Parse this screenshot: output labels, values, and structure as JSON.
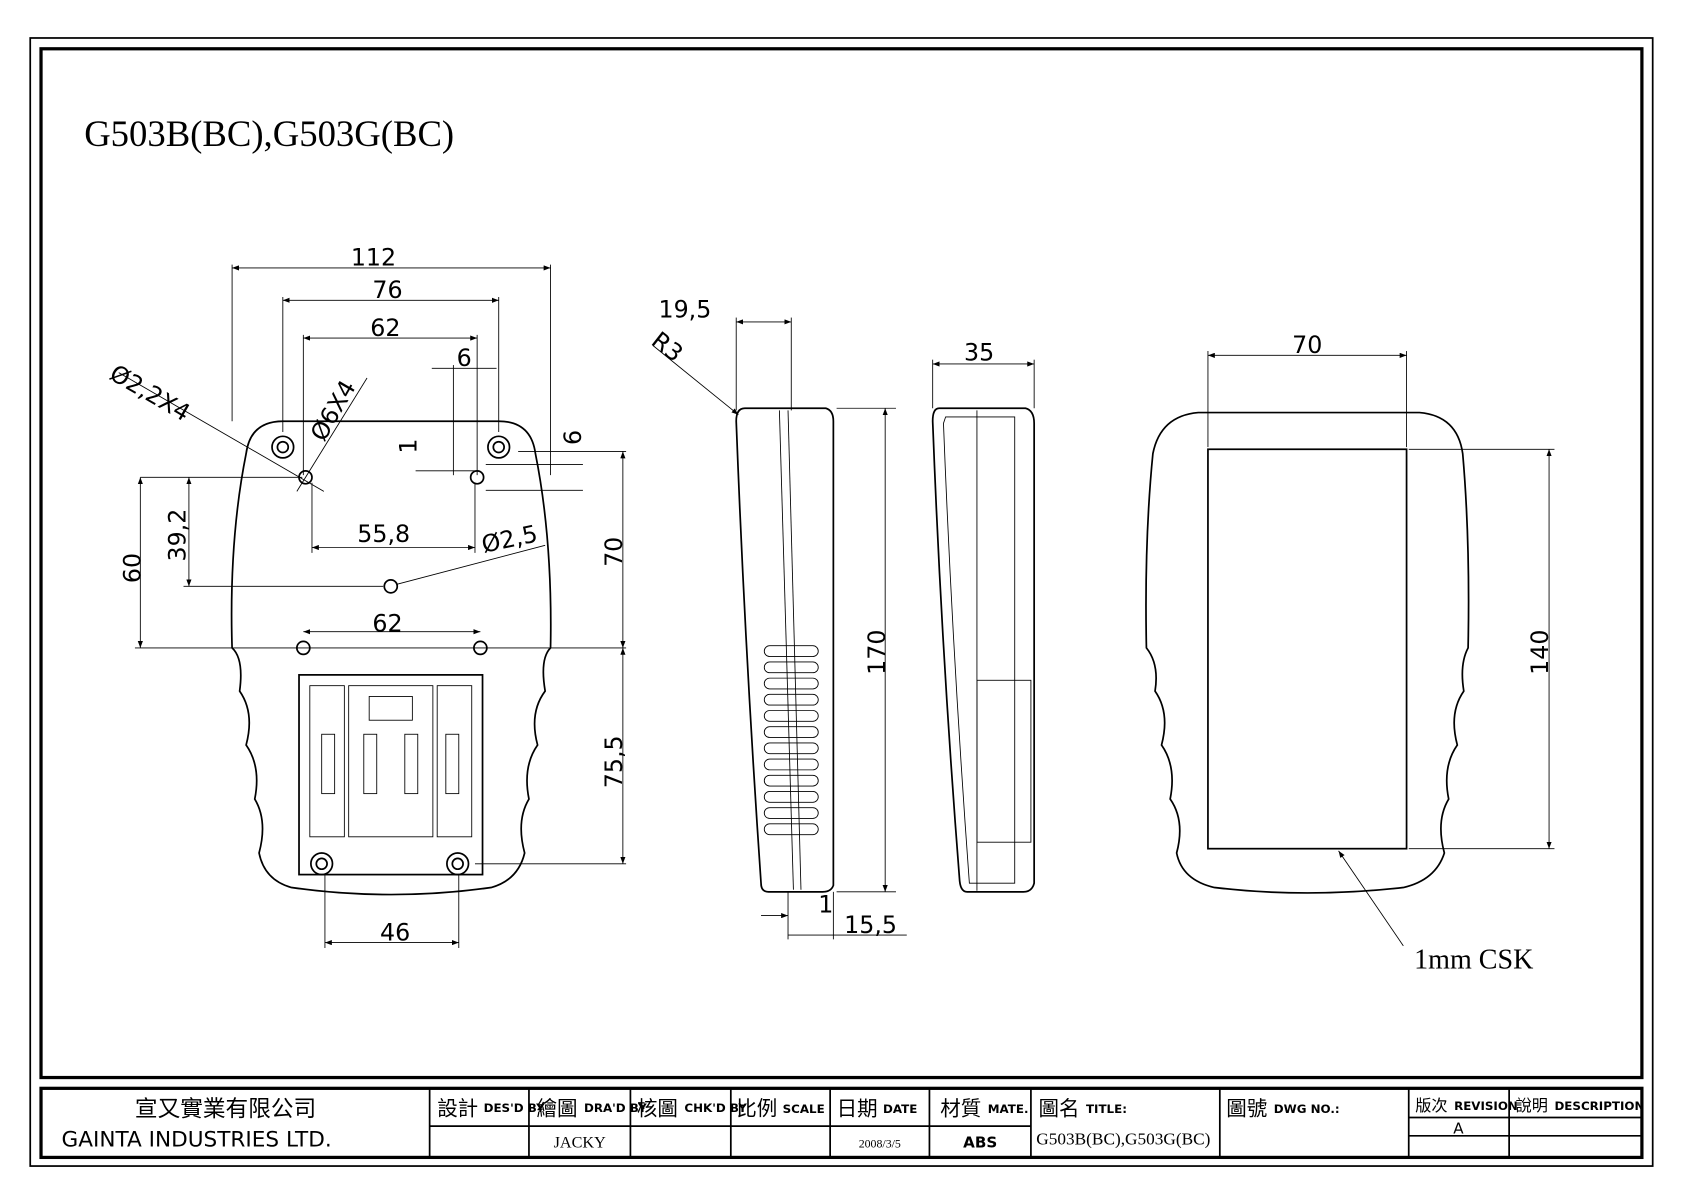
{
  "drawing_title": "G503B(BC),G503G(BC)",
  "dimensions": {
    "front": {
      "width_112": "112",
      "w76": "76",
      "w62_top": "62",
      "w6": "6",
      "hole_22": "Ø2,2X4",
      "hole_6": "Ø6X4",
      "d1": "1",
      "d6_right": "6",
      "h39_2": "39,2",
      "h60": "60",
      "w55_8": "55,8",
      "hole_25": "Ø2,5",
      "h70": "70",
      "w62_bottom": "62",
      "h75_5": "75,5",
      "w46": "46"
    },
    "side": {
      "d19_5": "19,5",
      "r3": "R3",
      "h170": "170",
      "d1": "1",
      "d15_5": "15,5"
    },
    "section": {
      "d35": "35"
    },
    "back": {
      "w70": "70",
      "h140": "140",
      "note": "1mm CSK"
    }
  },
  "title_block": {
    "company_zh": "宣又實業有限公司",
    "company_en": "GAINTA INDUSTRIES LTD.",
    "fields": [
      {
        "zh": "設計",
        "en": "DES'D BY",
        "value": ""
      },
      {
        "zh": "繪圖",
        "en": "DRA'D BY",
        "value": "JACKY"
      },
      {
        "zh": "核圖",
        "en": "CHK'D BY",
        "value": ""
      },
      {
        "zh": "比例",
        "en": "SCALE",
        "value": ""
      },
      {
        "zh": "日期",
        "en": "DATE",
        "value": "2008/3/5"
      },
      {
        "zh": "材質",
        "en": "MATE.",
        "value": "ABS"
      },
      {
        "zh": "圖名",
        "en": "TITLE:",
        "value": "G503B(BC),G503G(BC)"
      },
      {
        "zh": "圖號",
        "en": "DWG NO.:",
        "value": ""
      }
    ],
    "revision": {
      "zh": "版次",
      "en": "REVISION",
      "value": "A"
    },
    "description": {
      "zh": "說明",
      "en": "DESCRIPTION",
      "value": ""
    }
  }
}
